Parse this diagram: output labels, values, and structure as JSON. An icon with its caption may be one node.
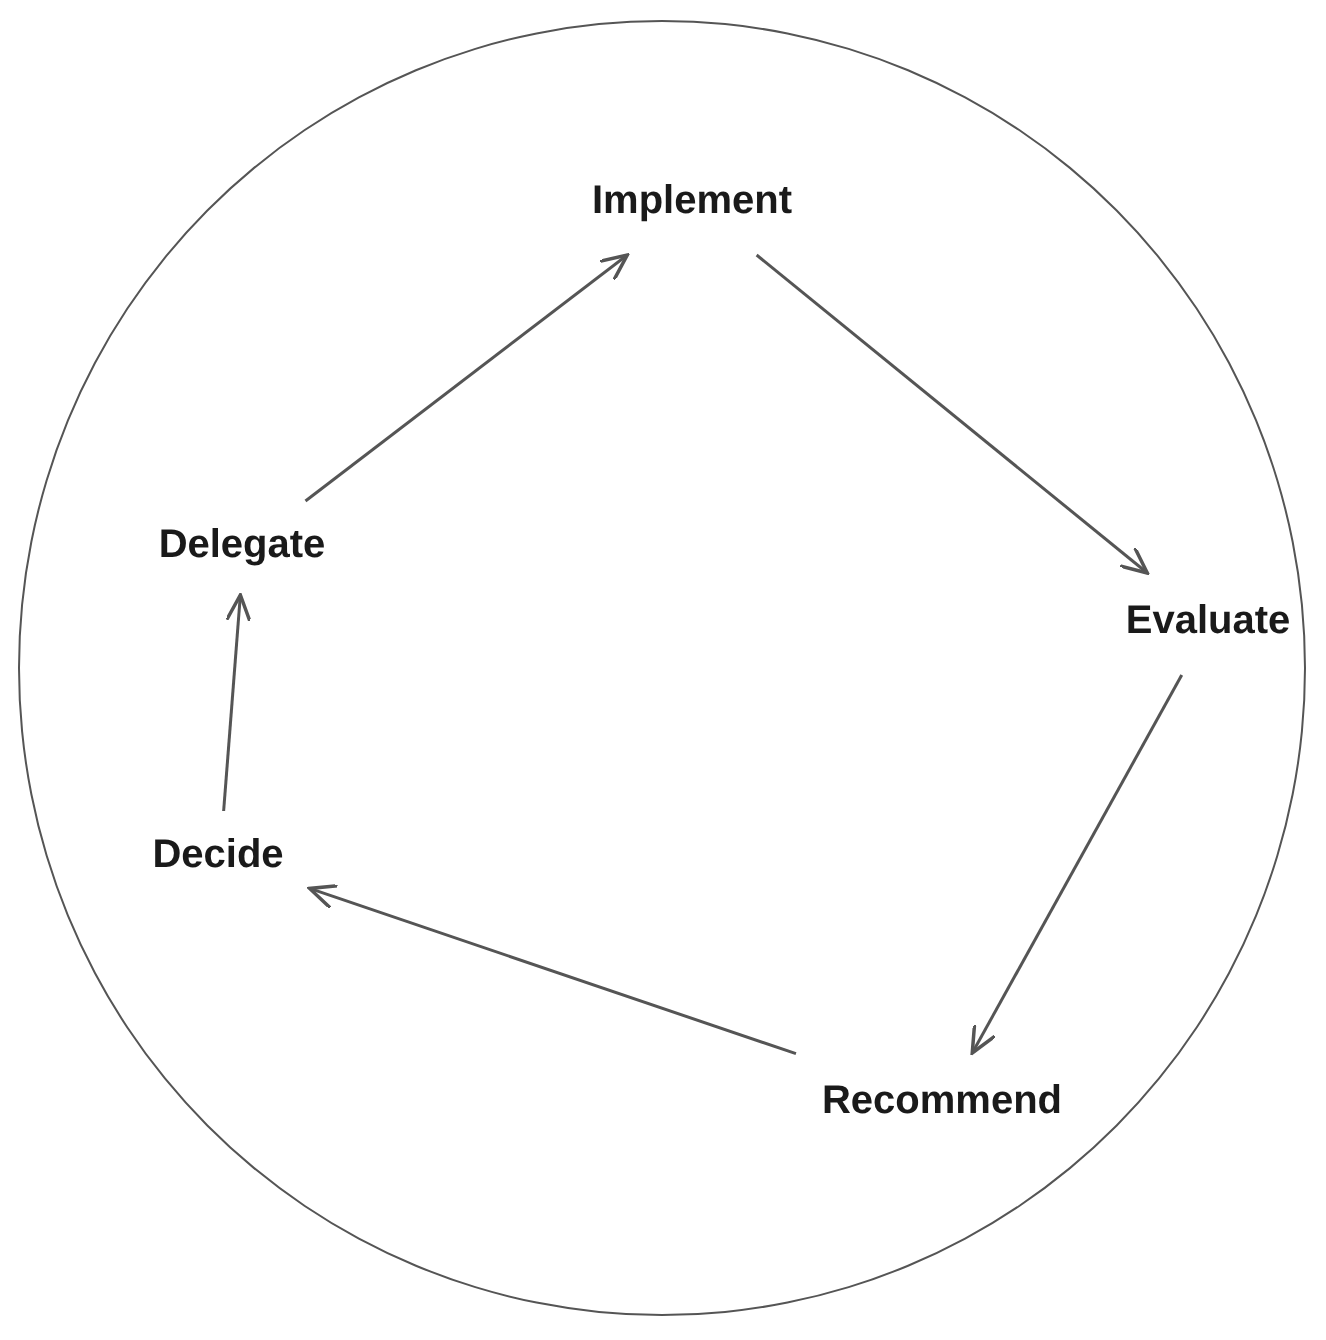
{
  "diagram": {
    "nodes": [
      {
        "text": [],
        "shape": "circle"
      },
      {
        "text": [
          "Implement"
        ],
        "in": 0
      },
      {
        "text": [
          "Evaluate"
        ],
        "in": 0
      },
      {
        "text": [
          "Recommend"
        ],
        "in": 0
      },
      {
        "text": [
          "Decide"
        ],
        "in": 0
      },
      {
        "text": [
          "Delegate"
        ],
        "in": 0
      }
    ],
    "edges": [
      {
        "from": 1,
        "to": 2,
        "arrow": "to"
      },
      {
        "from": 2,
        "to": 3,
        "arrow": "to"
      },
      {
        "from": 3,
        "to": 4,
        "arrow": "to"
      },
      {
        "from": 4,
        "to": 5,
        "arrow": "to"
      },
      {
        "from": 5,
        "to": 1,
        "arrow": "to"
      }
    ]
  }
}
